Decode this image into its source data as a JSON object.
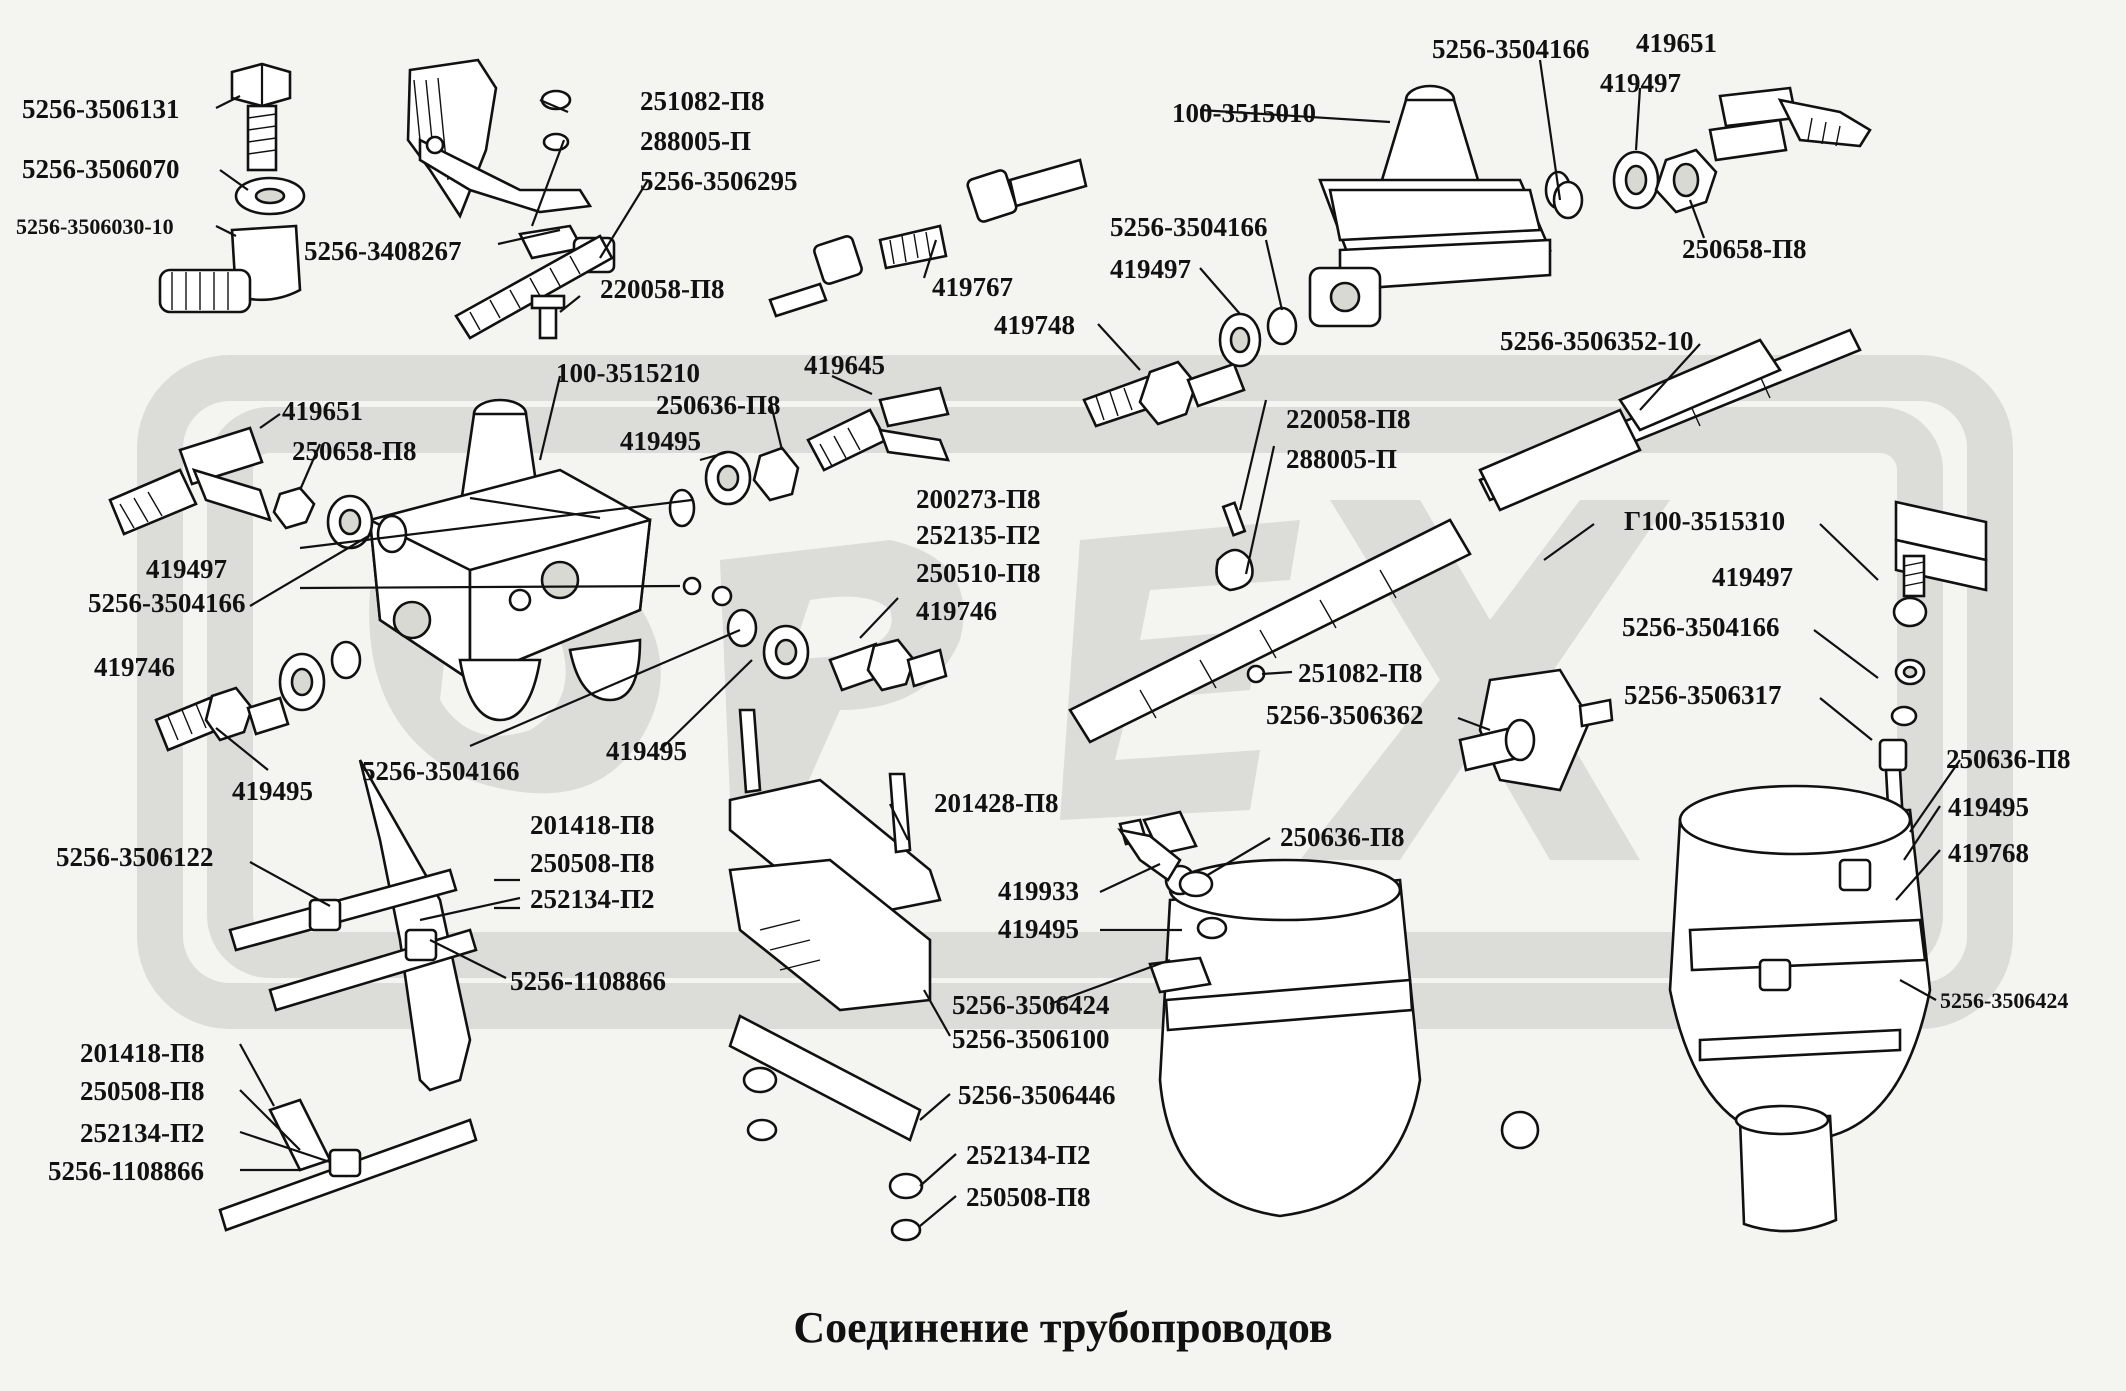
{
  "title": "Соединение трубопроводов",
  "colors": {
    "background": "#f4f4f1",
    "ink": "#111111",
    "watermark": "#dcdcd8"
  },
  "labels": [
    "5256-3506131",
    "5256-3506070",
    "5256-3506030-10",
    "251082-П8",
    "288005-П",
    "5256-3506295",
    "5256-3408267",
    "220058-П8",
    "419767",
    "100-3515010",
    "5256-3504166",
    "419651",
    "419497",
    "250658-П8",
    "5256-3504166",
    "419497",
    "419748",
    "5256-3506352-10",
    "100-3515210",
    "419645",
    "250636-П8",
    "419651",
    "250658-П8",
    "419495",
    "200273-П8",
    "252135-П2",
    "250510-П8",
    "419497",
    "5256-3504166",
    "419746",
    "220058-П8",
    "288005-П",
    "Г100-3515310",
    "419497",
    "5256-3504166",
    "419746",
    "251082-П8",
    "5256-3506362",
    "5256-3506317",
    "419495",
    "5256-3504166",
    "419495",
    "201428-П8",
    "250636-П8",
    "419495",
    "419768",
    "5256-3506122",
    "201418-П8",
    "250508-П8",
    "252134-П2",
    "250636-П8",
    "419933",
    "419495",
    "5256-1108866",
    "5256-3506424",
    "5256-3506100",
    "5256-3506424",
    "201418-П8",
    "250508-П8",
    "252134-П2",
    "5256-1108866",
    "5256-3506446",
    "252134-П2",
    "250508-П8"
  ]
}
